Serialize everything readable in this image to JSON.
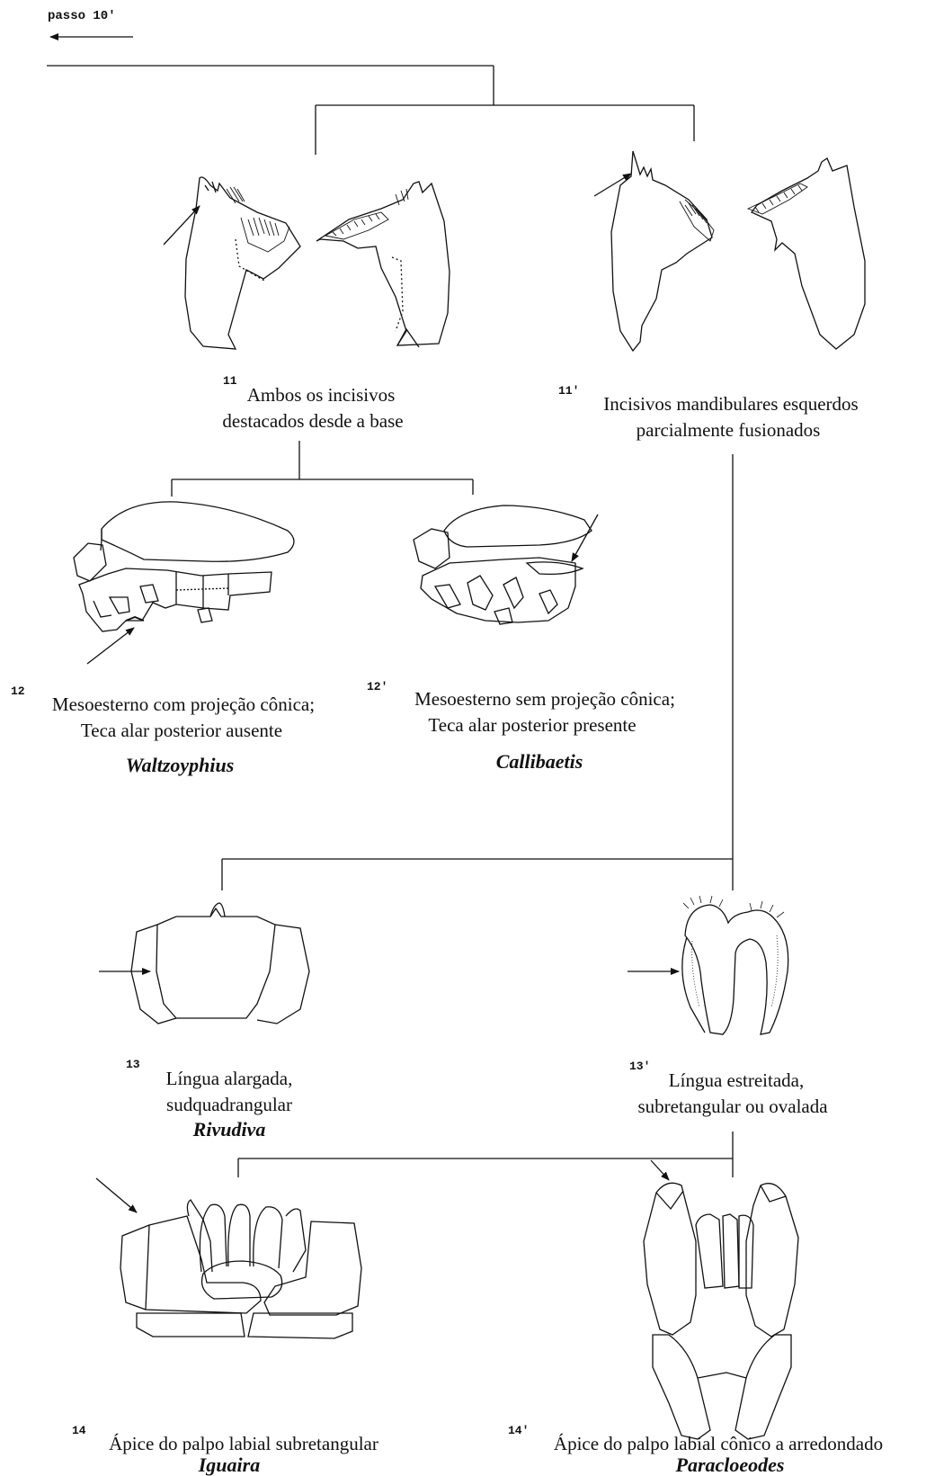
{
  "header": {
    "step_label": "passo 10'"
  },
  "couplets": [
    {
      "num": "11",
      "lines": [
        "Ambos os incisivos",
        "destacados desde a base"
      ],
      "genus": ""
    },
    {
      "num": "11'",
      "lines": [
        "Incisivos mandibulares esquerdos",
        "parcialmente fusionados"
      ],
      "genus": ""
    },
    {
      "num": "12",
      "lines": [
        "Mesoesterno com projeção cônica;",
        "Teca alar posterior ausente"
      ],
      "genus": "Waltzoyphius"
    },
    {
      "num": "12'",
      "lines": [
        "Mesoesterno sem projeção cônica;",
        "Teca alar posterior presente"
      ],
      "genus": "Callibaetis"
    },
    {
      "num": "13",
      "lines": [
        "Língua alargada,",
        "sudquadrangular"
      ],
      "genus": "Rivudiva"
    },
    {
      "num": "13'",
      "lines": [
        "Língua estreitada,",
        "subretangular ou ovalada"
      ],
      "genus": ""
    },
    {
      "num": "14",
      "lines": [
        "Ápice do palpo labial subretangular"
      ],
      "genus": "Iguaira"
    },
    {
      "num": "14'",
      "lines": [
        "Ápice do palpo labial cônico a arredondado"
      ],
      "genus": "Paracloeodes"
    }
  ],
  "figures": [
    "mandibles-separated-incisors-figure",
    "mandibles-fused-incisors-figure",
    "thorax-waltzoyphius-figure",
    "thorax-callibaetis-figure",
    "tongue-wide-figure",
    "tongue-narrow-figure",
    "labium-iguaira-figure",
    "labium-paracloeodes-figure"
  ],
  "colors": {
    "ink": "#111111",
    "background": "#ffffff"
  }
}
